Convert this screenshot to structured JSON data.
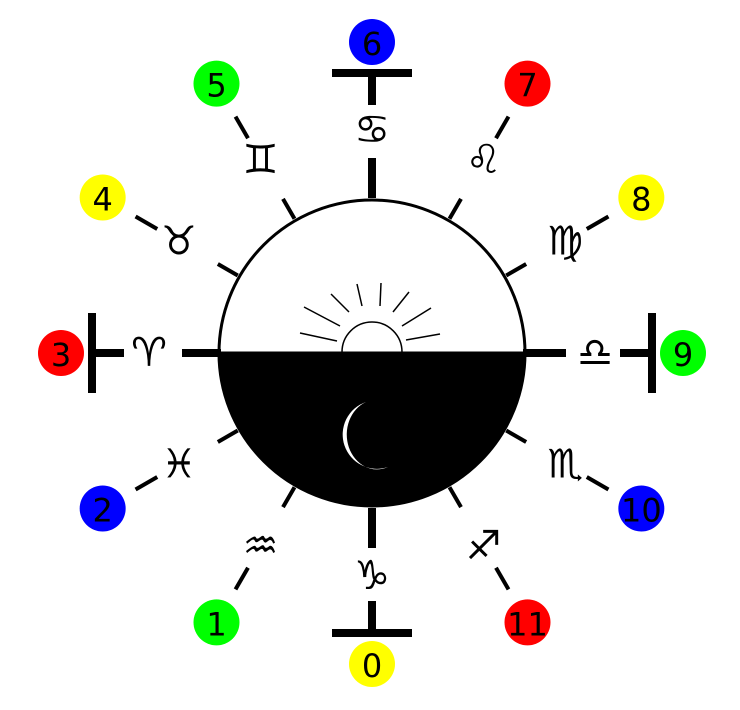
{
  "segments": [
    {
      "number": "0",
      "sign": "♑",
      "sign_icon": "capricorn-icon",
      "color": "#ffff00"
    },
    {
      "number": "1",
      "sign": "♒",
      "sign_icon": "aquarius-icon",
      "color": "#00ff00"
    },
    {
      "number": "2",
      "sign": "♓",
      "sign_icon": "pisces-icon",
      "color": "#0000ff"
    },
    {
      "number": "3",
      "sign": "♈",
      "sign_icon": "aries-icon",
      "color": "#ff0000"
    },
    {
      "number": "4",
      "sign": "♉",
      "sign_icon": "taurus-icon",
      "color": "#ffff00"
    },
    {
      "number": "5",
      "sign": "♊",
      "sign_icon": "gemini-icon",
      "color": "#00ff00"
    },
    {
      "number": "6",
      "sign": "♋",
      "sign_icon": "cancer-icon",
      "color": "#0000ff"
    },
    {
      "number": "7",
      "sign": "♌",
      "sign_icon": "leo-icon",
      "color": "#ff0000"
    },
    {
      "number": "8",
      "sign": "♍",
      "sign_icon": "virgo-icon",
      "color": "#ffff00"
    },
    {
      "number": "9",
      "sign": "♎",
      "sign_icon": "libra-icon",
      "color": "#00ff00"
    },
    {
      "number": "10",
      "sign": "♏",
      "sign_icon": "scorpio-icon",
      "color": "#0000ff"
    },
    {
      "number": "11",
      "sign": "♐",
      "sign_icon": "sagittarius-icon",
      "color": "#ff0000"
    }
  ],
  "center": {
    "day_icon": "rising-sun-icon",
    "night_icon": "crescent-moon-icon",
    "day_color": "#ffffff",
    "night_color": "#000000"
  }
}
